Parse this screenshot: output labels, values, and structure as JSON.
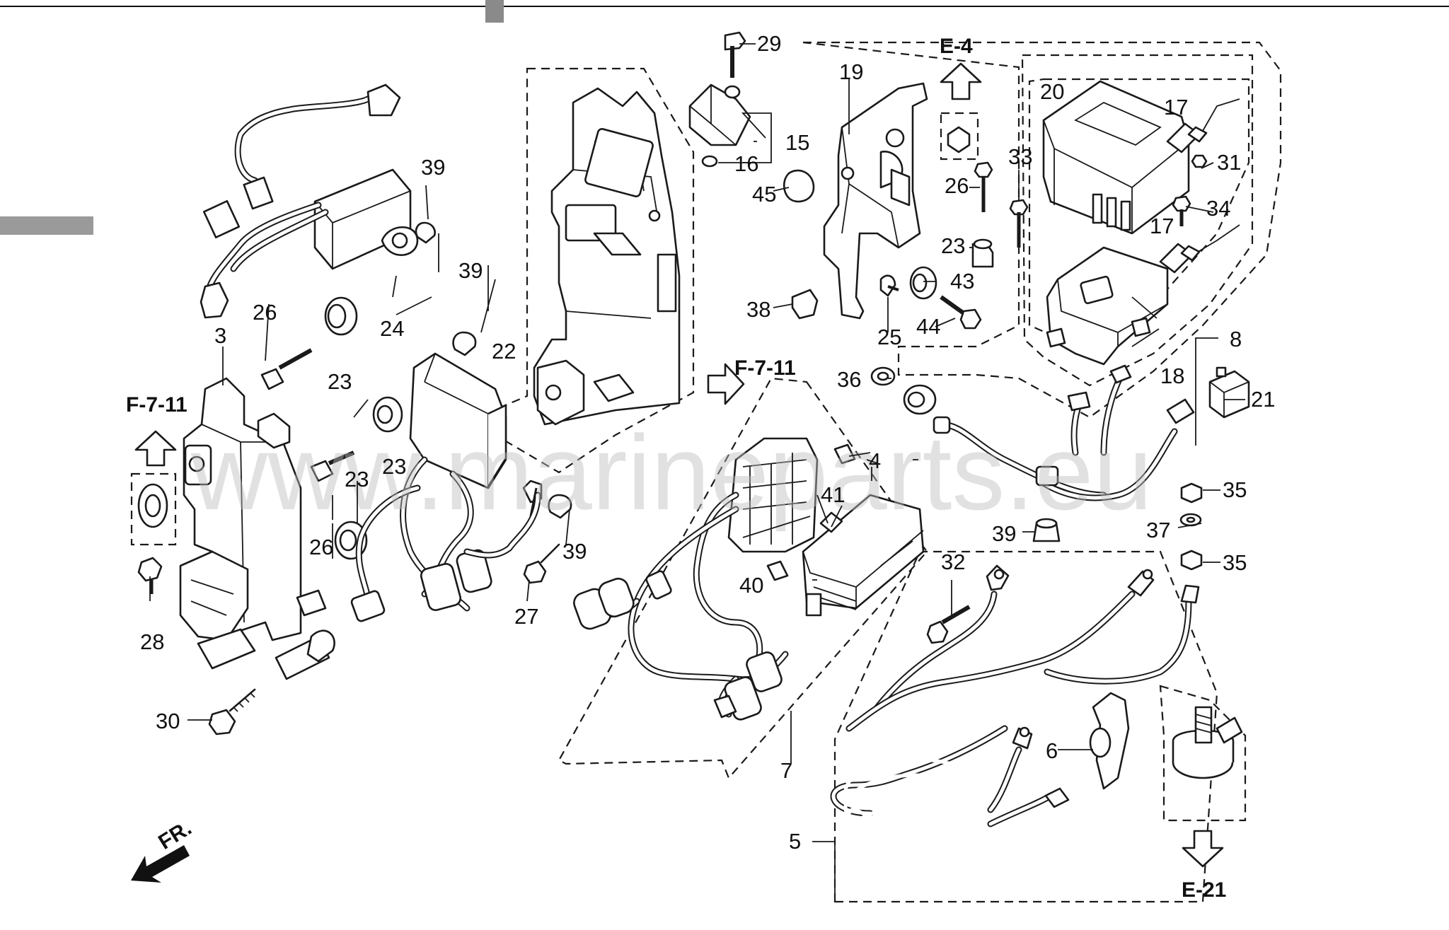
{
  "diagram": {
    "callouts": {
      "c3": "3",
      "c4": "4",
      "c5": "5",
      "c6": "6",
      "c7": "7",
      "c8": "8",
      "c15": "15",
      "c16": "16",
      "c17a": "17",
      "c17b": "17",
      "c18": "18",
      "c19": "19",
      "c20": "20",
      "c21": "21",
      "c22": "22",
      "c23a": "23",
      "c23b": "23",
      "c23c": "23",
      "c23d": "23",
      "c24": "24",
      "c25": "25",
      "c26a": "26",
      "c26b": "26",
      "c26c": "26",
      "c27": "27",
      "c28": "28",
      "c29": "29",
      "c30": "30",
      "c31": "31",
      "c32": "32",
      "c33": "33",
      "c34": "34",
      "c35a": "35",
      "c35b": "35",
      "c36": "36",
      "c37": "37",
      "c38": "38",
      "c39a": "39",
      "c39b": "39",
      "c39c": "39",
      "c39d": "39",
      "c40": "40",
      "c41": "41",
      "c43": "43",
      "c44": "44",
      "c45": "45"
    },
    "refs": {
      "e4": "E-4",
      "f711_left": "F-7-11",
      "f711_mid": "F-7-11",
      "e21": "E-21"
    },
    "front_indicator": "FR.",
    "watermark": "www.marineparts.eu"
  }
}
